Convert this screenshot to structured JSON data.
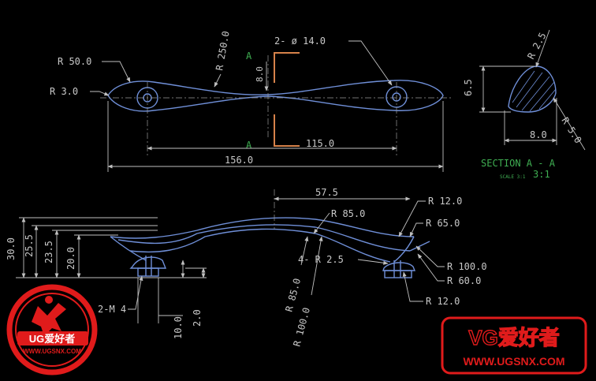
{
  "drawing": {
    "top_view": {
      "r_end": "R 50.0",
      "r_tip": "R 3.0",
      "r_body": "R 250.0",
      "holes": "2- ø 14.0",
      "waist": "8.0",
      "hole_spacing": "115.0",
      "overall_length": "156.0"
    },
    "section": {
      "cut_mark_top": "A",
      "cut_mark_bottom": "A",
      "title": "SECTION  A - A",
      "scale": "SCALE  3:1",
      "r_top": "R 2.5",
      "r_side": "R 5.0",
      "height": "6.5",
      "width": "8.0"
    },
    "side_view": {
      "half_span": "57.5",
      "r_85_top": "R 85.0",
      "r_12_top": "R 12.0",
      "r_65": "R 65.0",
      "fillets": "4- R 2.5",
      "r_100_right": "R 100.0",
      "r_60": "R 60.0",
      "r_12_bottom": "R 12.0",
      "r_85_lower": "R 85.0",
      "r_100_lower": "R 100.0",
      "h_30": "30.0",
      "h_25": "25.5",
      "h_23": "23.5",
      "h_20": "20.0",
      "thread": "2-M 4",
      "boss_10": "10.0",
      "boss_2": "2.0"
    }
  },
  "watermark_left": {
    "brand": "UG爱好者",
    "url": "WWW.UGSNX.COM"
  },
  "watermark_right": {
    "brand": "VG爱好者",
    "url": "WWW.UGSNX.COM"
  },
  "colors": {
    "background": "#000000",
    "geometry": "#6f8fd8",
    "dimension": "#c8c8c8",
    "section_label": "#3fae52",
    "cut_line": "#d6824a",
    "watermark_red": "#e01b1b"
  }
}
